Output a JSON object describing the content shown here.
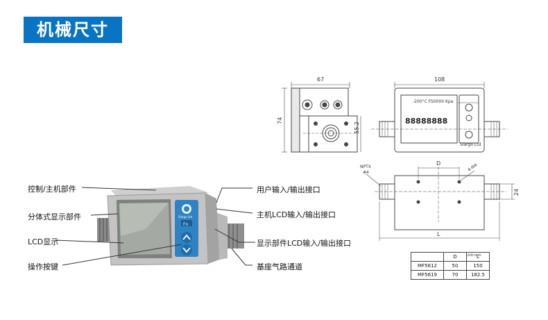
{
  "title": "机械尺寸",
  "callouts": {
    "control_board": "控制/主机部件",
    "split_display": "分体式显示部件",
    "lcd_display": "LCD显示",
    "operation_buttons": "操作按键",
    "user_io": "用户输入/输出接口",
    "main_lcd_io": "主机LCD输入/输出接口",
    "display_lcd_io": "显示部件LCD输入/输出接口",
    "base_channel": "基座气路通道"
  },
  "dimensions": {
    "side_width": "67",
    "side_height": "74",
    "side_inner": "55.2",
    "front_width": "108",
    "thread_label": "NPTX",
    "thread_sub": "#4",
    "hole_label": "4-M4",
    "bottom_d": "D",
    "bottom_l": "L",
    "bottom_h": "24"
  },
  "panel": {
    "line1": "-200°C FS0000 Kpa",
    "line2": "88888888",
    "brand_line": "Siargo Ltd"
  },
  "table": {
    "unit": "Unit:mm",
    "headers": [
      "",
      "D",
      "L"
    ],
    "rows": [
      [
        "MF5612",
        "50",
        "150"
      ],
      [
        "MF5619",
        "70",
        "182.5"
      ]
    ]
  },
  "device": {
    "brand": "Siargo Ltd",
    "button_label": "Fn"
  }
}
